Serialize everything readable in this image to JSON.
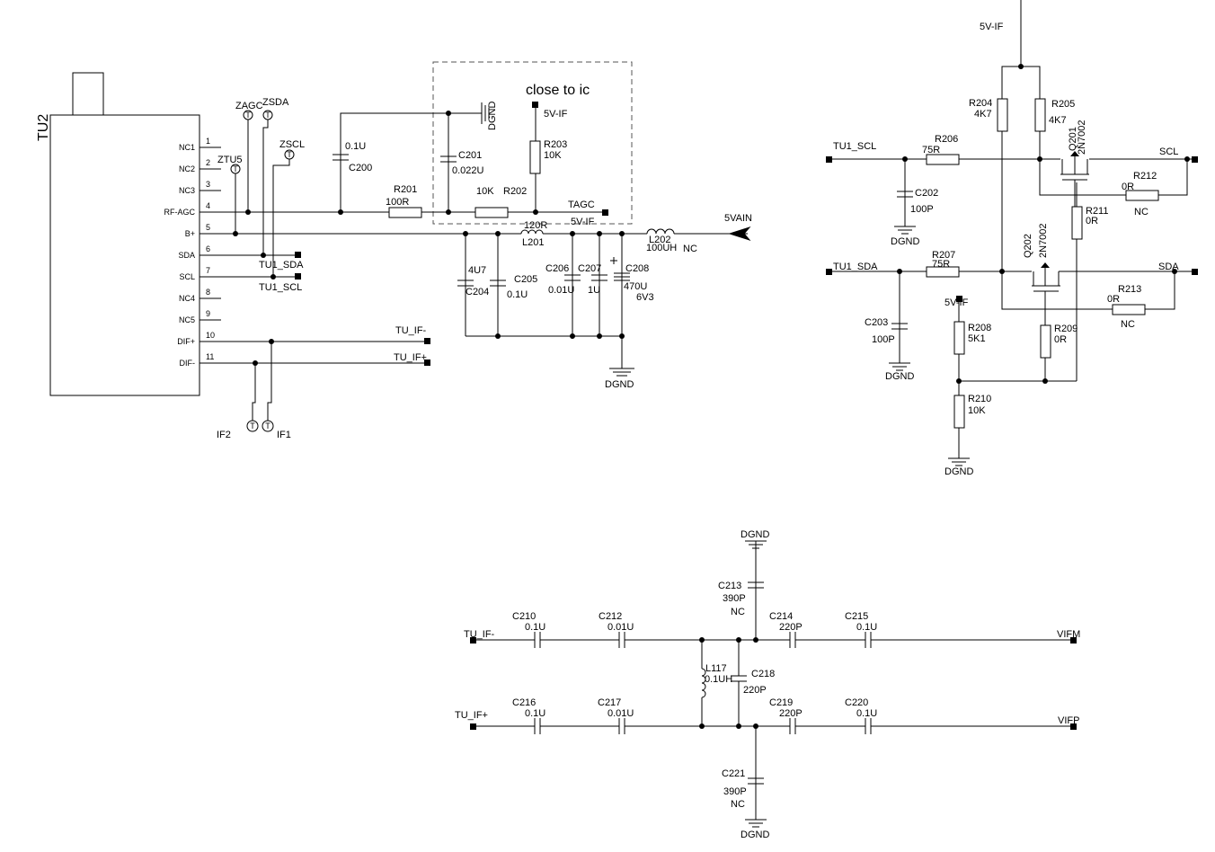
{
  "tuner": {
    "ref": "TU2",
    "pins": [
      {
        "num": "1",
        "name": "NC1"
      },
      {
        "num": "2",
        "name": "NC2"
      },
      {
        "num": "3",
        "name": "NC3"
      },
      {
        "num": "4",
        "name": "RF-AGC"
      },
      {
        "num": "5",
        "name": "B+"
      },
      {
        "num": "6",
        "name": "SDA"
      },
      {
        "num": "7",
        "name": "SCL"
      },
      {
        "num": "8",
        "name": "NC4"
      },
      {
        "num": "9",
        "name": "NC5"
      },
      {
        "num": "10",
        "name": "DIF+"
      },
      {
        "num": "11",
        "name": "DIF-"
      }
    ]
  },
  "testpoints": {
    "zagc": "ZAGC",
    "zsda": "ZSDA",
    "zscl": "ZSCL",
    "ztu5": "ZTU5",
    "if2": "IF2",
    "if1": "IF1"
  },
  "nets": {
    "tu1_sda": "TU1_SDA",
    "tu1_scl": "TU1_SCL",
    "tu_if_minus": "TU_IF-",
    "tu_if_plus": "TU_IF+",
    "tagc": "TAGC",
    "vcc_if": "5V-IF",
    "vain": "5VAIN",
    "dgnd": "DGND",
    "scl": "SCL",
    "sda": "SDA",
    "vifm": "VIFM",
    "vifp": "VIFP"
  },
  "note": "close to ic",
  "components": {
    "c200": {
      "ref": "C200",
      "value": "0.1U"
    },
    "c201": {
      "ref": "C201",
      "value": "0.022U"
    },
    "r201": {
      "ref": "R201",
      "value": "100R"
    },
    "r202": {
      "ref": "R202",
      "value": "10K"
    },
    "r203": {
      "ref": "R203",
      "value": "10K"
    },
    "l201": {
      "ref": "L201",
      "value": "120R"
    },
    "c204": {
      "ref": "C204",
      "value": "4U7"
    },
    "c205": {
      "ref": "C205",
      "value": "0.1U"
    },
    "c206": {
      "ref": "C206",
      "value": "0.01U"
    },
    "c207": {
      "ref": "C207",
      "value": "1U"
    },
    "c208": {
      "ref": "C208",
      "value": "470U",
      "value2": "6V3"
    },
    "l202": {
      "ref": "L202",
      "value": "100UH",
      "extra": "NC"
    },
    "r204": {
      "ref": "R204",
      "value": "4K7"
    },
    "r205": {
      "ref": "R205",
      "value": "4K7"
    },
    "q201": {
      "ref": "Q201",
      "value": "2N7002"
    },
    "q202": {
      "ref": "Q202",
      "value": "2N7002"
    },
    "r206": {
      "ref": "R206",
      "value": "75R"
    },
    "r207": {
      "ref": "R207",
      "value": "75R"
    },
    "c202": {
      "ref": "C202",
      "value": "100P"
    },
    "c203": {
      "ref": "C203",
      "value": "100P"
    },
    "r212": {
      "ref": "R212",
      "value": "0R",
      "extra": "NC"
    },
    "r211": {
      "ref": "R211",
      "value": "0R"
    },
    "r213": {
      "ref": "R213",
      "value": "0R",
      "extra": "NC"
    },
    "r208": {
      "ref": "R208",
      "value": "5K1"
    },
    "r209": {
      "ref": "R209",
      "value": "0R"
    },
    "r210": {
      "ref": "R210",
      "value": "10K"
    },
    "c210": {
      "ref": "C210",
      "value": "0.1U"
    },
    "c212": {
      "ref": "C212",
      "value": "0.01U"
    },
    "c213": {
      "ref": "C213",
      "value": "390P",
      "extra": "NC"
    },
    "c214": {
      "ref": "C214",
      "value": "220P"
    },
    "c215": {
      "ref": "C215",
      "value": "0.1U"
    },
    "l117": {
      "ref": "L117",
      "value": "0.1UH"
    },
    "c218": {
      "ref": "C218",
      "value": "220P"
    },
    "c216": {
      "ref": "C216",
      "value": "0.1U"
    },
    "c217": {
      "ref": "C217",
      "value": "0.01U"
    },
    "c219": {
      "ref": "C219",
      "value": "220P"
    },
    "c220": {
      "ref": "C220",
      "value": "0.1U"
    },
    "c221": {
      "ref": "C221",
      "value": "390P",
      "extra": "NC"
    }
  }
}
